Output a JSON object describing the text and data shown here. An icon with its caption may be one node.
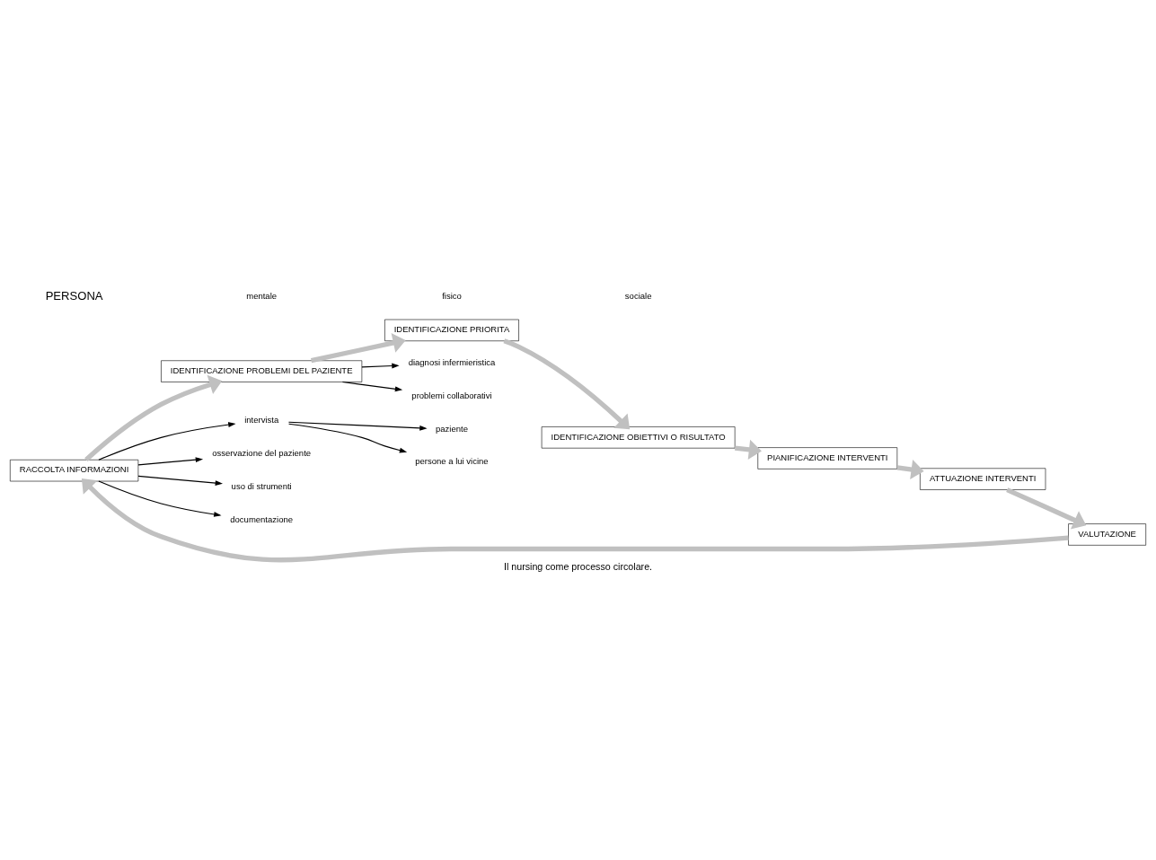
{
  "diagram": {
    "caption": "Il nursing come processo circolare.",
    "nodes": [
      {
        "text": [
          "RACCOLTA INFORMAZIONI"
        ]
      },
      {
        "text": [
          "IDENTIFICAZIONE PROBLEMI DEL PAZIENTE"
        ]
      },
      {
        "text": [
          "IDENTIFICAZIONE PRIORITA"
        ]
      },
      {
        "text": [
          "IDENTIFICAZIONE OBIETTIVI O RISULTATO"
        ]
      },
      {
        "text": [
          "PIANIFICAZIONE INTERVENTI"
        ]
      },
      {
        "text": [
          "ATTUAZIONE INTERVENTI"
        ]
      },
      {
        "text": [
          "VALUTAZIONE"
        ]
      },
      {
        "text": [
          "intervista"
        ]
      },
      {
        "text": [
          "osservazione del paziente"
        ]
      },
      {
        "text": [
          "uso di strumenti"
        ]
      },
      {
        "text": [
          "documentazione"
        ]
      },
      {
        "text": [
          "paziente"
        ]
      },
      {
        "text": [
          "persone a lui vicine"
        ]
      },
      {
        "text": [
          "diagnosi infermieristica"
        ]
      },
      {
        "text": [
          "problemi collaborativi"
        ]
      }
    ],
    "edges": [
      {
        "from": 0,
        "to": 1,
        "arrow": "to",
        "style": "thick",
        "color": "#c0c0c0"
      },
      {
        "from": 1,
        "to": 2,
        "arrow": "to",
        "style": "thick",
        "color": "#c0c0c0"
      },
      {
        "from": 2,
        "to": 3,
        "arrow": "to",
        "style": "thick",
        "color": "#c0c0c0"
      },
      {
        "from": 3,
        "to": 4,
        "arrow": "to",
        "style": "thick",
        "color": "#c0c0c0"
      },
      {
        "from": 4,
        "to": 5,
        "arrow": "to",
        "style": "thick",
        "color": "#c0c0c0"
      },
      {
        "from": 5,
        "to": 6,
        "arrow": "to",
        "style": "thick",
        "color": "#c0c0c0"
      },
      {
        "from": 6,
        "to": 0,
        "arrow": "to",
        "style": "thick",
        "color": "#c0c0c0"
      },
      {
        "from": 0,
        "to": 7,
        "arrow": "to"
      },
      {
        "from": 0,
        "to": 8,
        "arrow": "to"
      },
      {
        "from": 0,
        "to": 9,
        "arrow": "to"
      },
      {
        "from": 0,
        "to": 10,
        "arrow": "to"
      },
      {
        "from": 7,
        "to": 11,
        "arrow": "to"
      },
      {
        "from": 7,
        "to": 12,
        "arrow": "to"
      },
      {
        "from": 1,
        "to": 13,
        "arrow": "to"
      },
      {
        "from": 1,
        "to": 14,
        "arrow": "to"
      }
    ],
    "labels": [
      "PERSONA",
      "mentale",
      "fisico",
      "sociale"
    ]
  }
}
